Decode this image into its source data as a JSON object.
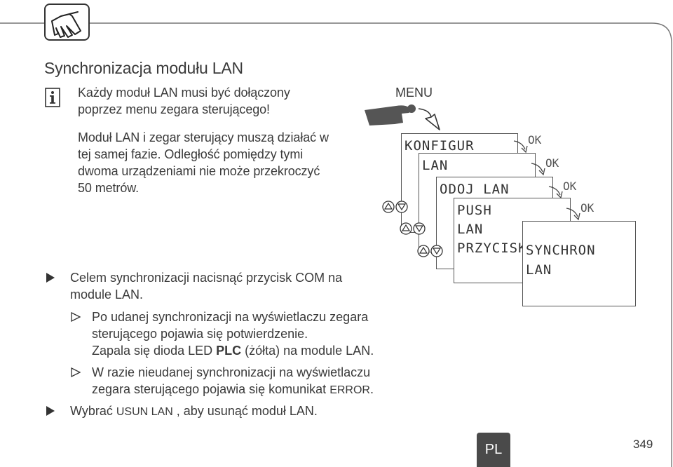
{
  "section_title": "Synchronizacja modułu LAN",
  "info_note_1": "Każdy moduł LAN musi być dołączony poprzez menu zegara sterującego!",
  "info_note_2": "Moduł LAN i zegar sterujący muszą działać w tej samej fazie. Odległość pomiędzy tymi dwoma urządzeniami nie może przekroczyć 50 metrów.",
  "steps": {
    "step1": "Celem synchronizacji nacisnąć przycisk COM na module LAN.",
    "result1": "Po udanej synchronizacji na wyświetlaczu zegara sterującego pojawia się potwierdzenie.",
    "result1b_pre": "Zapala się dioda LED ",
    "result1b_bold": "PLC",
    "result1b_post": " (żółta) na module LAN.",
    "result2_pre": "W razie nieudanej synchronizacji na wyświetlaczu zegara sterującego pojawia się komunikat ",
    "result2_code": "ERROR",
    "result2_post": ".",
    "step2_pre": "Wybrać ",
    "step2_code": "USUN LAN",
    "step2_post": " , aby usunąć moduł LAN."
  },
  "diagram": {
    "menu_label": "MENU",
    "screen1": "KONFIGUR",
    "screen2": "LAN",
    "screen3": "ODOJ LAN",
    "screen4_line1": "PUSH",
    "screen4_line2": "LAN",
    "screen4_line3": "PRZYCISK",
    "screen5_line1": "SYNCHRON",
    "screen5_line2": "LAN",
    "ok_label": "OK"
  },
  "footer": {
    "language": "PL",
    "page_number": "349"
  },
  "colors": {
    "text": "#3a3a3a",
    "tab_background": "#4a4a4a",
    "frame_line": "#555555"
  },
  "icons": [
    "hand-press-icon",
    "info-icon",
    "arrow-down-icon",
    "arrow-up-icon"
  ]
}
